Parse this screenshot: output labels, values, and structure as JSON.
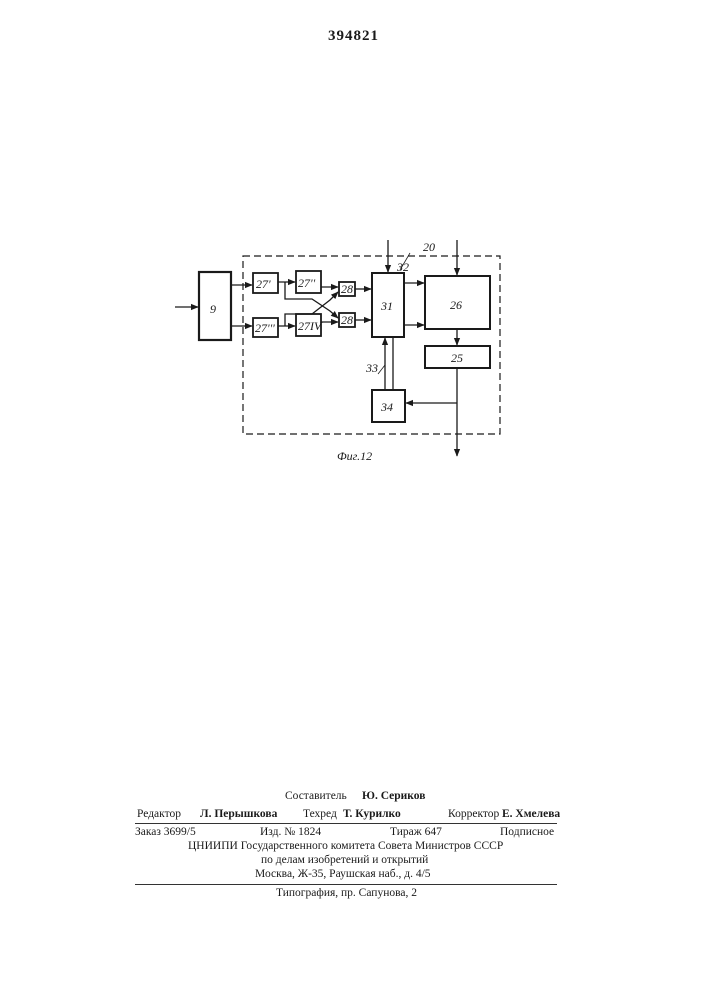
{
  "header": {
    "patent_number": "394821"
  },
  "figure": {
    "caption": "Фиг.12",
    "labels": {
      "block_9": "9",
      "block_27_1": "27'",
      "block_27_2": "27''",
      "block_27_3": "27'''",
      "block_27_4": "27IV",
      "block_28_top": "28",
      "block_28_bottom": "28",
      "block_31": "31",
      "block_26": "26",
      "block_25": "25",
      "block_34": "34",
      "ref_20": "20",
      "ref_32": "32",
      "ref_33": "33"
    }
  },
  "footer": {
    "compiler_label": "Составитель",
    "compiler_name": "Ю. Сериков",
    "editor_label": "Редактор",
    "editor_name": "Л. Перышкова",
    "techred_label": "Техред",
    "techred_name": "Т. Курилко",
    "corrector_label": "Корректор",
    "corrector_name": "Е. Хмелева",
    "order": "Заказ 3699/5",
    "edition": "Изд. № 1824",
    "circulation": "Тираж 647",
    "subscription": "Подписное",
    "org_line1": "ЦНИИПИ Государственного комитета Совета Министров СССР",
    "org_line2": "по делам изобретений и открытий",
    "address": "Москва, Ж-35, Раушская наб., д. 4/5",
    "printing": "Типография, пр. Сапунова, 2"
  }
}
